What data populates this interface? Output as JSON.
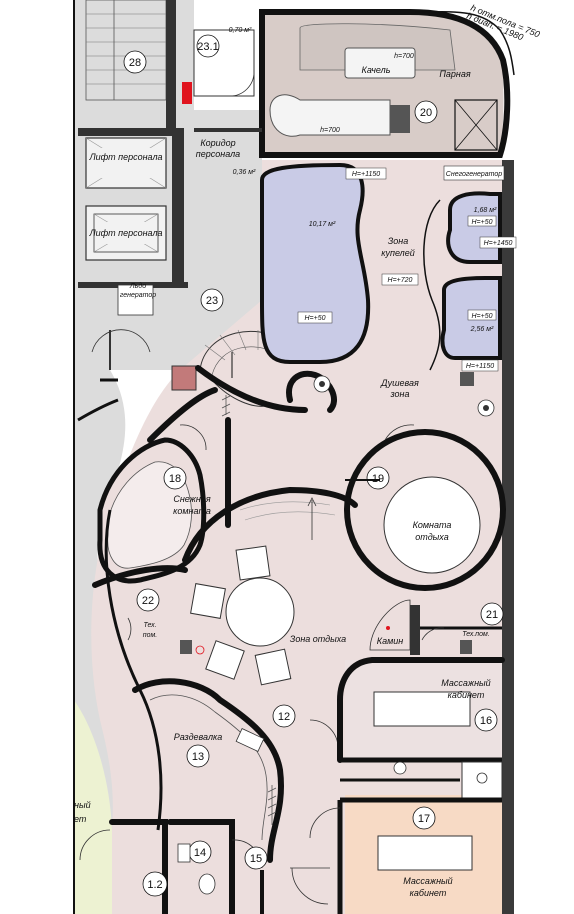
{
  "colors": {
    "floor_pink": "#ecdedd",
    "floor_grey": "#dcdcdc",
    "pool_lilac": "#c9cbe6",
    "sauna_taupe": "#d8ccc8",
    "massage_peach": "#f7dac5",
    "corridor_green": "#edf2d2",
    "wall": "#111111",
    "accent_red": "#e0141e"
  },
  "rooms": {
    "r23_1": {
      "number": "23.1",
      "area": "0,70 м²"
    },
    "r28": {
      "number": "28"
    },
    "lift1": {
      "label": "Лифт персонала"
    },
    "lift2": {
      "label": "Лифт персонала"
    },
    "corridor": {
      "label": "Коридор персонала"
    },
    "ice_gen": {
      "label": "Льдо генератор"
    },
    "r23": {
      "number": "23"
    },
    "sauna": {
      "label": "Парная",
      "number": "20",
      "h_top": "h=700",
      "h_bottom": "h=700",
      "swing": "Качель",
      "ceiling1": "h отм.пола = 750",
      "ceiling2": "h диап. = 1980"
    },
    "small_area": {
      "area": "0,36 м²"
    },
    "snow_gen": {
      "label": "Снегогенератор"
    },
    "pool_big": {
      "area": "10,17 м²",
      "h_top": "H=+1150",
      "h_bottom": "H=+50"
    },
    "font_zone": {
      "label": "Зона купелей",
      "h": "H=+720"
    },
    "pool_small1": {
      "area": "1,68 м²",
      "h_in": "H=+50",
      "h_side": "H=+1450"
    },
    "pool_small2": {
      "area": "2,56 м²",
      "h_in": "H=+50",
      "h_side": "H=+1150"
    },
    "shower": {
      "label": "Душевая зона"
    },
    "snow_room": {
      "number": "18",
      "label": "Снежная комната"
    },
    "rest_room": {
      "number": "19",
      "label": "Комната отдыха"
    },
    "r22": {
      "number": "22",
      "label": "Тех. пом."
    },
    "rest_zone": {
      "number": "12",
      "label": "Зона отдыха"
    },
    "fireplace": {
      "label": "Камин"
    },
    "r21": {
      "number": "21",
      "label": "Тех.пом."
    },
    "massage16": {
      "number": "16",
      "label": "Массажный кабинет"
    },
    "cloakroom": {
      "number": "13",
      "label": "Раздевалка"
    },
    "massage17": {
      "number": "17",
      "label": "Массажный кабинет"
    },
    "r14": {
      "number": "14"
    },
    "r15": {
      "number": "15"
    },
    "r1_2": {
      "number": "1.2"
    },
    "left_partial": {
      "label": "...ный ...ет"
    }
  }
}
